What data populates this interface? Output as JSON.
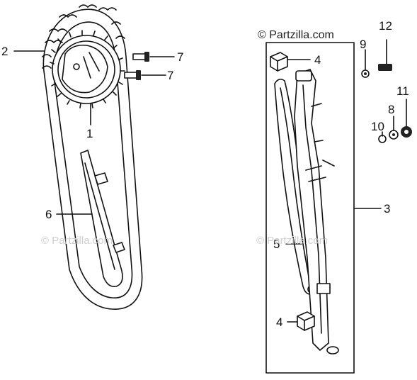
{
  "watermark": {
    "top": "© Partzilla.com",
    "faint_left": "© Partzilla.com",
    "faint_right": "© Partzilla.com"
  },
  "callouts": [
    {
      "id": "2",
      "text": "2"
    },
    {
      "id": "1",
      "text": "1"
    },
    {
      "id": "7a",
      "text": "7"
    },
    {
      "id": "7b",
      "text": "7"
    },
    {
      "id": "6",
      "text": "6"
    },
    {
      "id": "4a",
      "text": "4"
    },
    {
      "id": "9",
      "text": "9"
    },
    {
      "id": "12",
      "text": "12"
    },
    {
      "id": "11",
      "text": "11"
    },
    {
      "id": "8",
      "text": "8"
    },
    {
      "id": "10",
      "text": "10"
    },
    {
      "id": "3",
      "text": "3"
    },
    {
      "id": "5",
      "text": "5"
    },
    {
      "id": "4b",
      "text": "4"
    }
  ]
}
